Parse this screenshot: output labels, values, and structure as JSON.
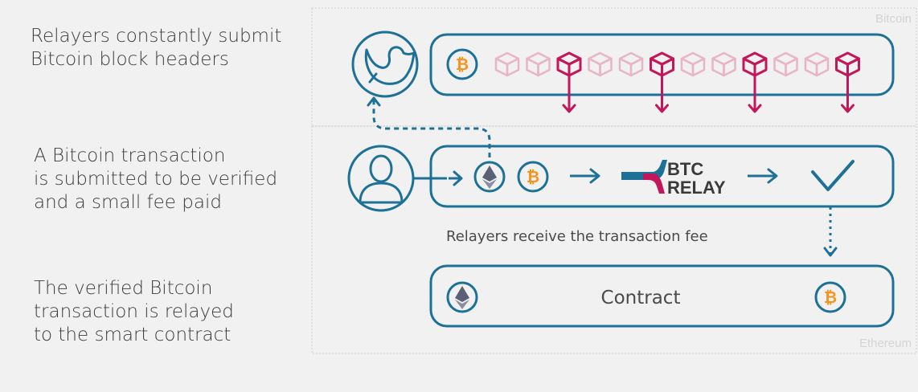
{
  "steps": {
    "relayers": "Relayers constantly submit\nBitcoin block headers",
    "submit": "A Bitcoin transaction\nis submitted to be verified\nand a small fee paid",
    "verified": "The verified Bitcoin\ntransaction is relayed\nto the smart contract"
  },
  "zones": {
    "bitcoin": "Bitcoin",
    "ethereum": "Ethereum"
  },
  "labels": {
    "fee": "Relayers receive the transaction fee",
    "contract": "Contract",
    "relay_line1": "BTC",
    "relay_line2": "RELAY",
    "btc_symbol": "₿"
  },
  "chain": {
    "block_pattern": [
      "faded",
      "faded",
      "header",
      "faded",
      "faded",
      "header",
      "faded",
      "faded",
      "header",
      "faded",
      "faded",
      "header"
    ]
  },
  "colors": {
    "accent": "#1d7196",
    "header_block": "#c2185b",
    "faded_block": "#e8b4c8",
    "bitcoin": "#f7931a",
    "ethereum": "#5c6075"
  },
  "icons": [
    "bird-icon",
    "bitcoin-icon",
    "block-icon",
    "user-icon",
    "ethereum-icon",
    "arrow-right-icon",
    "checkmark-icon",
    "btc-relay-logo"
  ]
}
